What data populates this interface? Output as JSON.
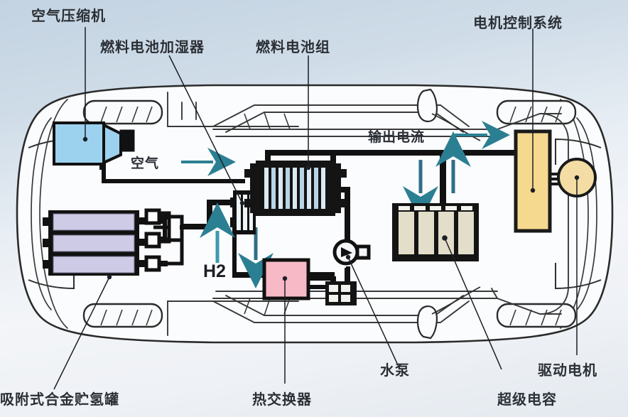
{
  "diagram": {
    "title_labels": {
      "air_compressor": "空气压缩机",
      "fuel_cell_humidifier": "燃料电池加湿器",
      "fuel_cell_stack": "燃料电池组",
      "motor_control_system": "电机控制系统"
    },
    "bottom_labels": {
      "metal_hydride_tank": "吸附式合金贮氢罐",
      "heat_exchanger": "热交换器",
      "water_pump": "水泵",
      "supercapacitor": "超级电容",
      "drive_motor": "驱动电机"
    },
    "inline_labels": {
      "air": "空气",
      "hydrogen": "H2",
      "output_current": "输出电流"
    },
    "colors": {
      "compressor_fill": "#9dd2ef",
      "tank_fill": "#cdcbe6",
      "heat_exchanger_fill": "#f7b9c6",
      "supercap_cell_fill": "#e3dec9",
      "controller_fill": "#f5d98e",
      "motor_fill": "#f3dda4",
      "arrow_teal": "#2b7f93",
      "pipe_black": "#111111",
      "car_outline": "#2b2b2b",
      "background_top": "#c3d3e2",
      "background_bottom": "#e3e9ef"
    }
  }
}
